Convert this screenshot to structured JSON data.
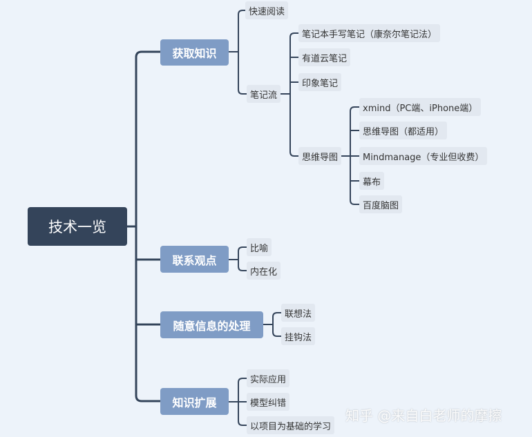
{
  "root": "技术一览",
  "branches": [
    {
      "label": "获取知识"
    },
    {
      "label": "联系观点"
    },
    {
      "label": "随意信息的处理"
    },
    {
      "label": "知识扩展"
    }
  ],
  "acquire": {
    "fast_read": "快速阅读",
    "notes_flow": "笔记流",
    "notes": [
      "笔记本手写笔记（康奈尔笔记法）",
      "有道云笔记",
      "印象笔记",
      "思维导图"
    ],
    "mindmap_tools": [
      "xmind（PC端、iPhone端）",
      "思维导图（都适用）",
      "Mindmanage（专业但收费）",
      "幕布",
      "百度脑图"
    ]
  },
  "connect": [
    "比喻",
    "内在化"
  ],
  "random_info": [
    "联想法",
    "挂钩法"
  ],
  "extend": [
    "实际应用",
    "模型纠错",
    "以项目为基础的学习"
  ],
  "watermark": "知乎 @来自白老师的摩擦",
  "colors": {
    "root": "#34445a",
    "branch": "#7f9cc5",
    "leaf": "#e2e8f0",
    "line": "#34445a",
    "background": "#edf3fa"
  }
}
